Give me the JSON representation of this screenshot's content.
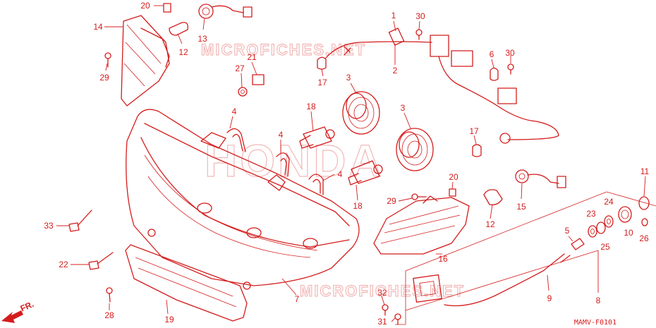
{
  "diagram": {
    "code": "MAMV-F0101",
    "front_arrow_label": "FR.",
    "watermarks": [
      "MICROFICHES.NET",
      "MICROFICHES.NET"
    ],
    "brand_watermark": "HONDA",
    "callouts": [
      {
        "id": "c1",
        "label": "1"
      },
      {
        "id": "c2",
        "label": "2"
      },
      {
        "id": "c3a",
        "label": "3"
      },
      {
        "id": "c3b",
        "label": "3"
      },
      {
        "id": "c4a",
        "label": "4"
      },
      {
        "id": "c4b",
        "label": "4"
      },
      {
        "id": "c4c",
        "label": "4"
      },
      {
        "id": "c5",
        "label": "5"
      },
      {
        "id": "c6",
        "label": "6"
      },
      {
        "id": "c7",
        "label": "7"
      },
      {
        "id": "c8",
        "label": "8"
      },
      {
        "id": "c9",
        "label": "9"
      },
      {
        "id": "c10",
        "label": "10"
      },
      {
        "id": "c11",
        "label": "11"
      },
      {
        "id": "c12a",
        "label": "12"
      },
      {
        "id": "c12b",
        "label": "12"
      },
      {
        "id": "c13",
        "label": "13"
      },
      {
        "id": "c14",
        "label": "14"
      },
      {
        "id": "c15",
        "label": "15"
      },
      {
        "id": "c16",
        "label": "16"
      },
      {
        "id": "c17a",
        "label": "17"
      },
      {
        "id": "c17b",
        "label": "17"
      },
      {
        "id": "c18a",
        "label": "18"
      },
      {
        "id": "c18b",
        "label": "18"
      },
      {
        "id": "c19",
        "label": "19"
      },
      {
        "id": "c20a",
        "label": "20"
      },
      {
        "id": "c20b",
        "label": "20"
      },
      {
        "id": "c21",
        "label": "21"
      },
      {
        "id": "c22",
        "label": "22"
      },
      {
        "id": "c23",
        "label": "23"
      },
      {
        "id": "c24",
        "label": "24"
      },
      {
        "id": "c25",
        "label": "25"
      },
      {
        "id": "c26",
        "label": "26"
      },
      {
        "id": "c27",
        "label": "27"
      },
      {
        "id": "c28",
        "label": "28"
      },
      {
        "id": "c29a",
        "label": "29"
      },
      {
        "id": "c29b",
        "label": "29"
      },
      {
        "id": "c30a",
        "label": "30"
      },
      {
        "id": "c30b",
        "label": "30"
      },
      {
        "id": "c31",
        "label": "31"
      },
      {
        "id": "c32",
        "label": "32"
      },
      {
        "id": "c33",
        "label": "33"
      }
    ]
  }
}
